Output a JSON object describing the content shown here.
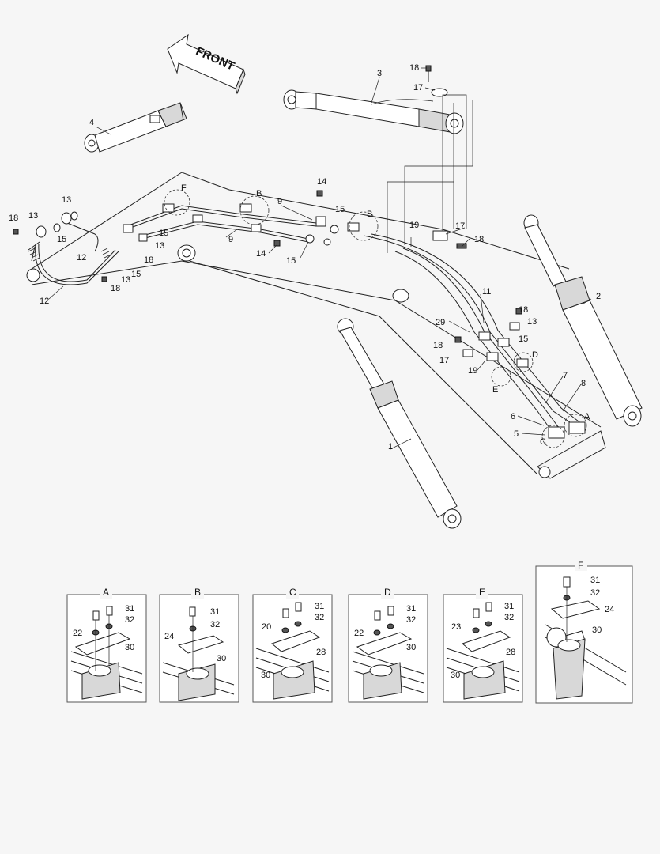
{
  "front_arrow": {
    "label": "FRONT"
  },
  "callouts": [
    {
      "id": "c1",
      "text": "1"
    },
    {
      "id": "c2",
      "text": "2"
    },
    {
      "id": "c3",
      "text": "3"
    },
    {
      "id": "c4",
      "text": "4"
    },
    {
      "id": "c5",
      "text": "5"
    },
    {
      "id": "c6",
      "text": "6"
    },
    {
      "id": "c7",
      "text": "7"
    },
    {
      "id": "c8",
      "text": "8"
    },
    {
      "id": "c9a",
      "text": "9"
    },
    {
      "id": "c9b",
      "text": "9"
    },
    {
      "id": "c11",
      "text": "11"
    },
    {
      "id": "c12a",
      "text": "12"
    },
    {
      "id": "c12b",
      "text": "12"
    },
    {
      "id": "c13a",
      "text": "13"
    },
    {
      "id": "c13b",
      "text": "13"
    },
    {
      "id": "c13c",
      "text": "13"
    },
    {
      "id": "c13d",
      "text": "13"
    },
    {
      "id": "c13e",
      "text": "13"
    },
    {
      "id": "c14a",
      "text": "14"
    },
    {
      "id": "c14b",
      "text": "14"
    },
    {
      "id": "c15a",
      "text": "15"
    },
    {
      "id": "c15b",
      "text": "15"
    },
    {
      "id": "c15c",
      "text": "15"
    },
    {
      "id": "c15d",
      "text": "15"
    },
    {
      "id": "c15e",
      "text": "15"
    },
    {
      "id": "c15f",
      "text": "15"
    },
    {
      "id": "c17a",
      "text": "17"
    },
    {
      "id": "c17b",
      "text": "17"
    },
    {
      "id": "c17c",
      "text": "17"
    },
    {
      "id": "c18a",
      "text": "18"
    },
    {
      "id": "c18b",
      "text": "18"
    },
    {
      "id": "c18c",
      "text": "18"
    },
    {
      "id": "c18d",
      "text": "18"
    },
    {
      "id": "c18e",
      "text": "18"
    },
    {
      "id": "c18f",
      "text": "18"
    },
    {
      "id": "c18g",
      "text": "18"
    },
    {
      "id": "c19a",
      "text": "19"
    },
    {
      "id": "c19b",
      "text": "19"
    },
    {
      "id": "c29",
      "text": "29"
    },
    {
      "id": "lA",
      "text": "A"
    },
    {
      "id": "lB1",
      "text": "B"
    },
    {
      "id": "lB2",
      "text": "B"
    },
    {
      "id": "lC",
      "text": "C"
    },
    {
      "id": "lD",
      "text": "D"
    },
    {
      "id": "lE",
      "text": "E"
    },
    {
      "id": "lF",
      "text": "F"
    }
  ],
  "details": [
    {
      "id": "A",
      "title": "A",
      "labels": [
        "31",
        "32",
        "22",
        "30"
      ]
    },
    {
      "id": "B",
      "title": "B",
      "labels": [
        "31",
        "32",
        "24",
        "30"
      ]
    },
    {
      "id": "C",
      "title": "C",
      "labels": [
        "31",
        "32",
        "20",
        "28",
        "30"
      ]
    },
    {
      "id": "D",
      "title": "D",
      "labels": [
        "31",
        "32",
        "22",
        "30"
      ]
    },
    {
      "id": "E",
      "title": "E",
      "labels": [
        "31",
        "32",
        "23",
        "28",
        "30"
      ]
    },
    {
      "id": "F",
      "title": "F",
      "labels": [
        "31",
        "32",
        "24",
        "30"
      ]
    }
  ]
}
